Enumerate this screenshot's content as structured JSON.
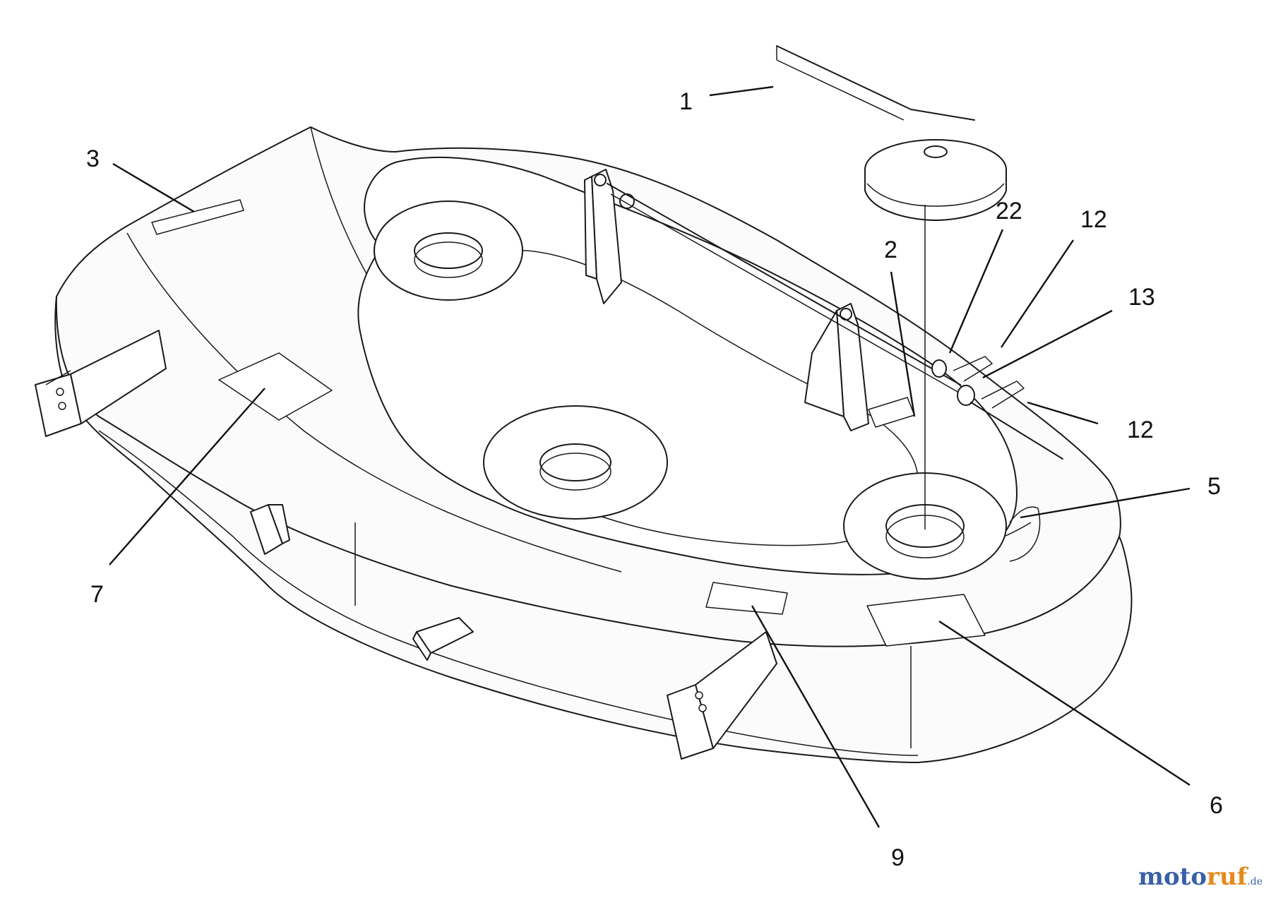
{
  "parts": [
    {
      "id": "p1",
      "label": "1"
    },
    {
      "id": "p2",
      "label": "2"
    },
    {
      "id": "p3",
      "label": "3"
    },
    {
      "id": "p5",
      "label": "5"
    },
    {
      "id": "p6",
      "label": "6"
    },
    {
      "id": "p7",
      "label": "7"
    },
    {
      "id": "p9",
      "label": "9"
    },
    {
      "id": "p12a",
      "label": "12"
    },
    {
      "id": "p12b",
      "label": "12"
    },
    {
      "id": "p13",
      "label": "13"
    },
    {
      "id": "p22",
      "label": "22"
    }
  ],
  "watermark": {
    "moto": "moto",
    "ruf": "ruf",
    "tld": ".de"
  },
  "colors": {
    "line": "#1a1a1a",
    "background": "#ffffff",
    "watermark_blue": "#3a5fa8",
    "watermark_orange": "#e58a1c"
  }
}
